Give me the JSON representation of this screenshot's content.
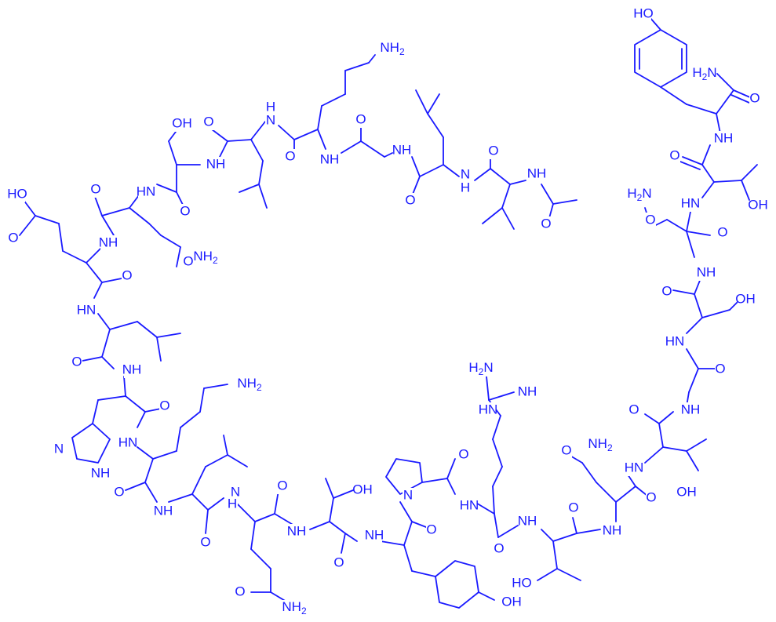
{
  "structure": {
    "color": "#1a1aff",
    "background": "#ffffff",
    "labels": [
      {
        "id": "oh-top-tyr",
        "text": "HO"
      },
      {
        "id": "nh2-cterm",
        "text": "H2N"
      },
      {
        "id": "o-cterm",
        "text": "O"
      },
      {
        "id": "nh-tyr",
        "text": "NH"
      },
      {
        "id": "o-thr",
        "text": "O"
      },
      {
        "id": "hn-thr",
        "text": "HN"
      },
      {
        "id": "oh-thr",
        "text": "OH"
      },
      {
        "id": "h2n-asn",
        "text": "H2N"
      },
      {
        "id": "o-asn-side",
        "text": "O"
      },
      {
        "id": "o-asn",
        "text": "O"
      },
      {
        "id": "nh-asn",
        "text": "NH"
      },
      {
        "id": "o-ser",
        "text": "O"
      },
      {
        "id": "oh-ser",
        "text": "OH"
      },
      {
        "id": "hn-ser",
        "text": "HN"
      },
      {
        "id": "o-gly",
        "text": "O"
      },
      {
        "id": "nh-gly",
        "text": "NH"
      },
      {
        "id": "o-thr2",
        "text": "O"
      },
      {
        "id": "hn-thr2",
        "text": "HN"
      },
      {
        "id": "oh-thr2",
        "text": "OH"
      },
      {
        "id": "nh2-asn2",
        "text": "NH2"
      },
      {
        "id": "o-asn2-side",
        "text": "O"
      },
      {
        "id": "o-asn2",
        "text": "O"
      },
      {
        "id": "nh-asn2",
        "text": "NH"
      },
      {
        "id": "o-thr3",
        "text": "O"
      },
      {
        "id": "ho-thr3",
        "text": "HO"
      },
      {
        "id": "nh-thr3",
        "text": "NH"
      },
      {
        "id": "o-arg",
        "text": "O"
      },
      {
        "id": "hn-arg",
        "text": "HN"
      },
      {
        "id": "h2n-arg",
        "text": "H2N"
      },
      {
        "id": "nh-arg-imine",
        "text": "NH"
      },
      {
        "id": "hn-arg-chain",
        "text": "HN"
      },
      {
        "id": "o-pro",
        "text": "O"
      },
      {
        "id": "n-pro",
        "text": "N"
      },
      {
        "id": "o-tyr2",
        "text": "O"
      },
      {
        "id": "oh-tyr2",
        "text": "OH"
      },
      {
        "id": "nh-tyr2",
        "text": "NH"
      },
      {
        "id": "o-thr4",
        "text": "O"
      },
      {
        "id": "oh-thr4",
        "text": "OH"
      },
      {
        "id": "nh-thr4",
        "text": "NH"
      },
      {
        "id": "o-gln",
        "text": "O"
      },
      {
        "id": "nh-gln",
        "text": "N"
      },
      {
        "id": "h-gln",
        "text": "H"
      },
      {
        "id": "nh2-gln",
        "text": "NH2"
      },
      {
        "id": "o-gln-side",
        "text": "O"
      },
      {
        "id": "o-leu3",
        "text": "O"
      },
      {
        "id": "nh-leu3",
        "text": "NH"
      },
      {
        "id": "o-lys2",
        "text": "O"
      },
      {
        "id": "hn-lys2",
        "text": "HN"
      },
      {
        "id": "nh2-lys2",
        "text": "NH2"
      },
      {
        "id": "o-his",
        "text": "O"
      },
      {
        "id": "nh-his-ring",
        "text": "NH"
      },
      {
        "id": "n-his-ring",
        "text": "N"
      },
      {
        "id": "nh-his",
        "text": "NH"
      },
      {
        "id": "o-leu2",
        "text": "O"
      },
      {
        "id": "hn-leu2",
        "text": "HN"
      },
      {
        "id": "o-glu",
        "text": "O"
      },
      {
        "id": "nh-glu",
        "text": "NH"
      },
      {
        "id": "ho-glu",
        "text": "HO"
      },
      {
        "id": "o-glu-side",
        "text": "O"
      },
      {
        "id": "o-gln2",
        "text": "O"
      },
      {
        "id": "hn-gln2",
        "text": "HN"
      },
      {
        "id": "nh2-gln2",
        "text": "NH2"
      },
      {
        "id": "o-gln2-side",
        "text": "O"
      },
      {
        "id": "oh-ser2",
        "text": "OH"
      },
      {
        "id": "o-ser2",
        "text": "O"
      },
      {
        "id": "nh-ser2",
        "text": "NH"
      },
      {
        "id": "o-leu1",
        "text": "O"
      },
      {
        "id": "hn-leu1",
        "text": "H"
      },
      {
        "id": "n-leu1",
        "text": "N"
      },
      {
        "id": "nh2-lys1",
        "text": "NH2"
      },
      {
        "id": "o-lys1",
        "text": "O"
      },
      {
        "id": "nh-lys1",
        "text": "NH"
      },
      {
        "id": "o-gly2",
        "text": "O"
      },
      {
        "id": "nh-gly2",
        "text": "NH"
      },
      {
        "id": "o-leu0",
        "text": "O"
      },
      {
        "id": "nh-leu0",
        "text": "N"
      },
      {
        "id": "h-leu0",
        "text": "H"
      },
      {
        "id": "o-val",
        "text": "O"
      },
      {
        "id": "nh-val",
        "text": "NH"
      },
      {
        "id": "o-ac",
        "text": "O"
      }
    ]
  }
}
